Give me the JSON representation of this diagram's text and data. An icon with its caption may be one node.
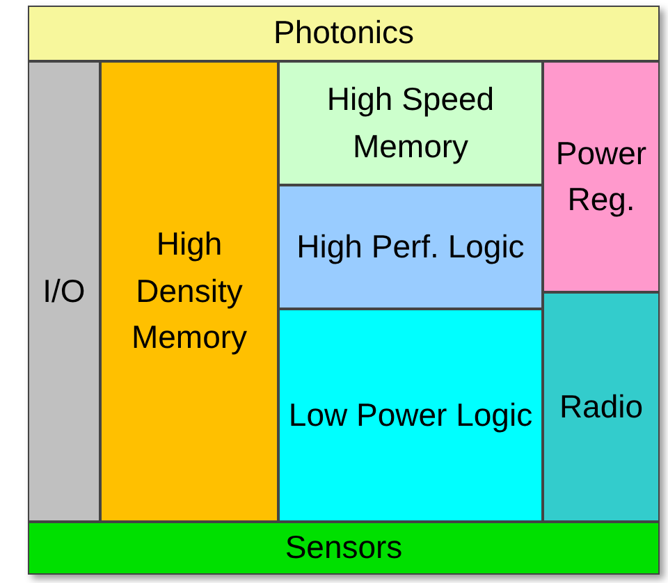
{
  "diagram": {
    "nodes": [
      {
        "text": [
          "Photonics"
        ]
      },
      {
        "text": [
          "I/O"
        ]
      },
      {
        "text": [
          "High Density Memory"
        ]
      },
      {
        "text": [
          "High Speed Memory"
        ]
      },
      {
        "text": [
          "High Perf. Logic"
        ]
      },
      {
        "text": [
          "Low Power Logic"
        ]
      },
      {
        "text": [
          "Power Reg."
        ]
      },
      {
        "text": [
          "Radio"
        ]
      },
      {
        "text": [
          "Sensors"
        ]
      }
    ]
  }
}
